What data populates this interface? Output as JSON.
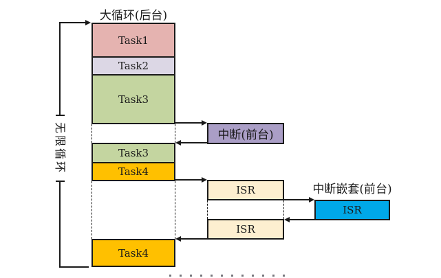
{
  "diagram": {
    "title": "大循环(后台)",
    "loop_label": "无限循环",
    "line_color": "#1a1a1a",
    "background_stack": {
      "task1": {
        "label": "Task1",
        "color": "#e5b3b0"
      },
      "task2": {
        "label": "Task2",
        "color": "#dcd7e5"
      },
      "task3_first": {
        "label": "Task3",
        "color": "#c4d5a0"
      },
      "task3_second": {
        "label": "Task3",
        "color": "#c4d5a0"
      },
      "task4_first": {
        "label": "Task4",
        "color": "#ffc000"
      },
      "task4_second": {
        "label": "Task4",
        "color": "#ffc000"
      }
    },
    "foreground": {
      "interrupt": {
        "label": "中断(前台)",
        "color": "#aa9ec6"
      },
      "isr_first": {
        "label": "ISR",
        "color": "#fdefd0"
      },
      "isr_second": {
        "label": "ISR",
        "color": "#fdefd0"
      },
      "nested_title": "中断嵌套(前台)",
      "isr_nested": {
        "label": "ISR",
        "color": "#00a8e8"
      }
    }
  }
}
